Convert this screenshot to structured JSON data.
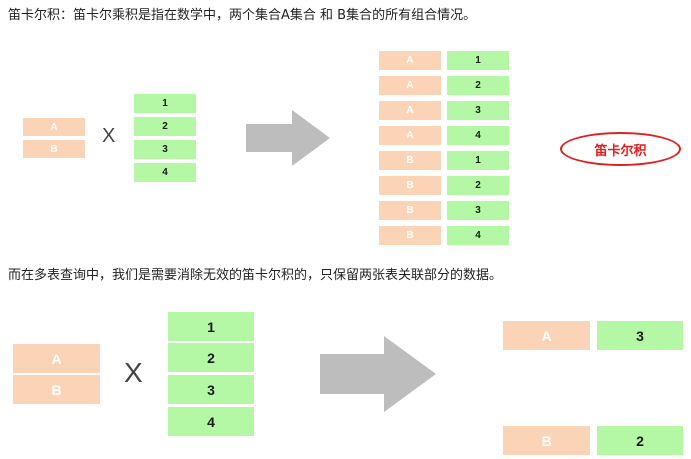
{
  "intro": {
    "term": "笛卡尔积：",
    "text": "笛卡尔乘积是指在数学中，两个集合A集合  和  B集合的所有组合情况。"
  },
  "diagram1": {
    "set_a": [
      "A",
      "B"
    ],
    "set_b": [
      "1",
      "2",
      "3",
      "4"
    ],
    "operator": "X",
    "result": [
      {
        "a": "A",
        "b": "1"
      },
      {
        "a": "A",
        "b": "2"
      },
      {
        "a": "A",
        "b": "3"
      },
      {
        "a": "A",
        "b": "4"
      },
      {
        "a": "B",
        "b": "1"
      },
      {
        "a": "B",
        "b": "2"
      },
      {
        "a": "B",
        "b": "3"
      },
      {
        "a": "B",
        "b": "4"
      }
    ],
    "badge": "笛卡尔积"
  },
  "note": "而在多表查询中，我们是需要消除无效的笛卡尔积的，只保留两张表关联部分的数据。",
  "diagram2": {
    "set_a": [
      "A",
      "B"
    ],
    "set_b": [
      "1",
      "2",
      "3",
      "4"
    ],
    "operator": "X",
    "result": [
      {
        "a": "A",
        "b": "3"
      },
      {
        "a": "B",
        "b": "2"
      }
    ]
  },
  "colors": {
    "set_a_fill": "#fbd3b6",
    "set_b_fill": "#b4f7a5",
    "arrow": "#bdbdbd",
    "badge": "#e02020"
  }
}
